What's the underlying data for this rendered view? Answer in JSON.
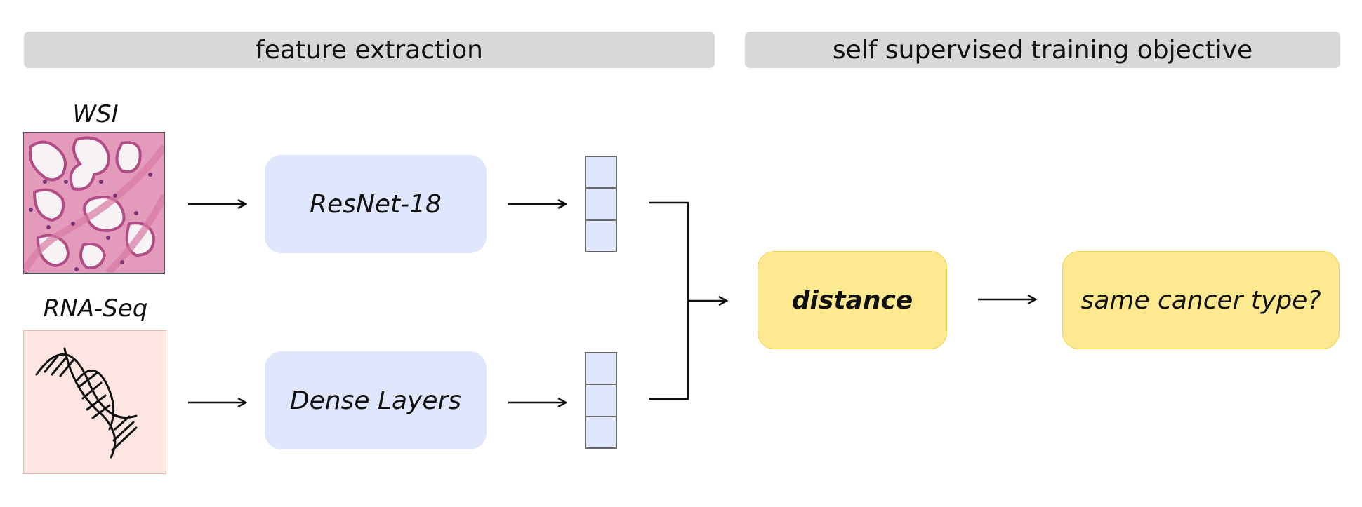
{
  "headers": {
    "left": "feature extraction",
    "right": "self supervised training objective"
  },
  "inputs": {
    "wsi_label": "WSI",
    "rna_label": "RNA-Seq"
  },
  "models": {
    "image_model": "ResNet-18",
    "rna_model": "Dense Layers"
  },
  "objective": {
    "distance": "distance",
    "question": "same cancer type?"
  },
  "colors": {
    "header_bg": "#d8d8d8",
    "model_bg": "#e0e6fb",
    "objective_bg": "#fde98f",
    "rna_bg": "#fde6e2",
    "tissue_pink": "#e59ab8"
  }
}
